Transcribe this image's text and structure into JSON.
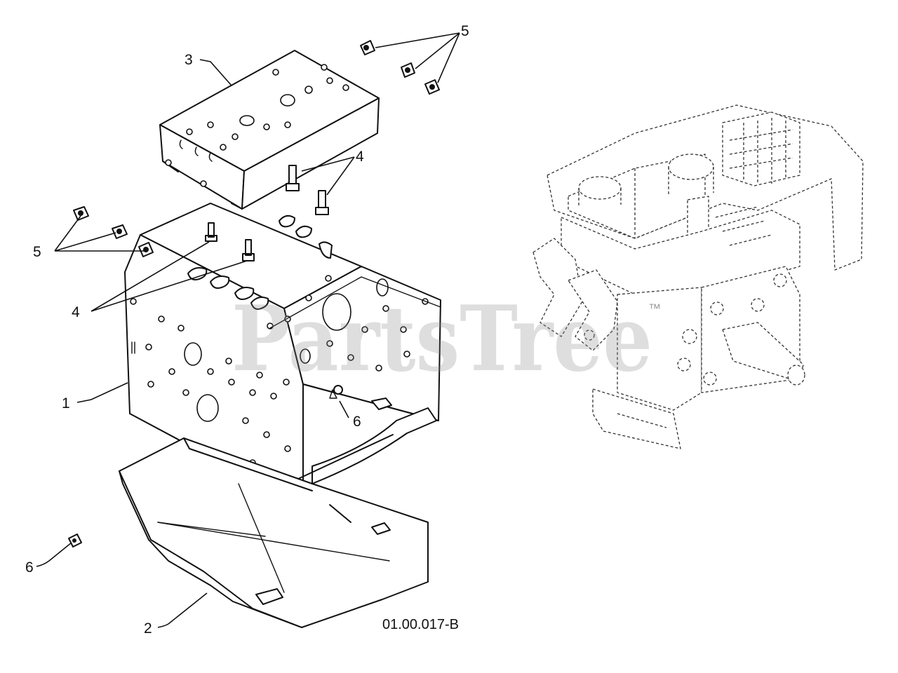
{
  "diagram": {
    "drawing_number": "01.00.017-B",
    "watermark": "PartsTree",
    "watermark_mark": "™",
    "callouts": {
      "frame": "1",
      "skid_plate": "2",
      "engine_cover": "3",
      "studs_upper": "4",
      "studs_left": "4",
      "screws_upper": "5",
      "screws_left": "5",
      "screw_right": "6",
      "screw_lower": "6"
    }
  }
}
